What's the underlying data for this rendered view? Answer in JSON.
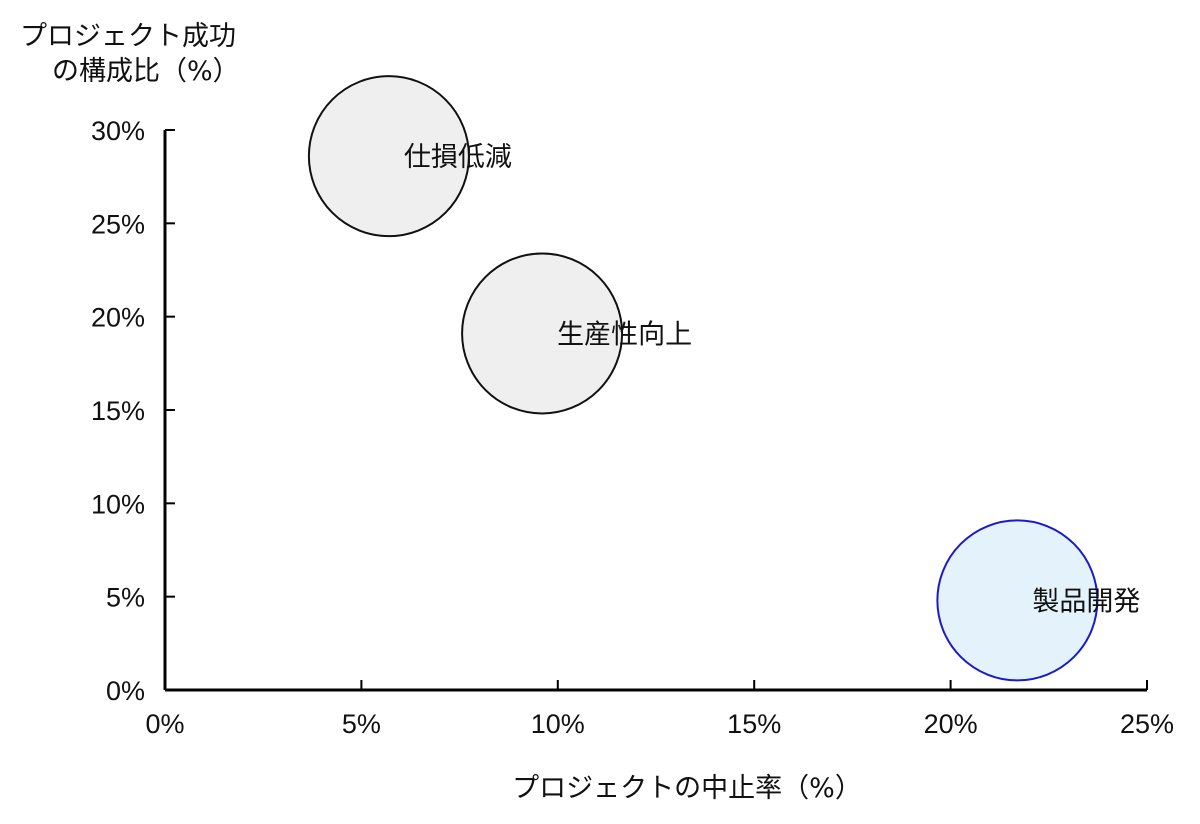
{
  "chart_data": {
    "type": "scatter",
    "title": "",
    "xlabel": "プロジェクトの中止率（%）",
    "ylabel_lines": [
      "プロジェクト成功",
      "の構成比（%）"
    ],
    "xlim": [
      0,
      25
    ],
    "ylim": [
      0,
      30
    ],
    "x_ticks": [
      "0%",
      "5%",
      "10%",
      "15%",
      "20%",
      "25%"
    ],
    "y_ticks": [
      "0%",
      "5%",
      "10%",
      "15%",
      "20%",
      "25%",
      "30%"
    ],
    "grid": false,
    "points": [
      {
        "label": "仕損低減",
        "x": 5.7,
        "y": 28.6,
        "fill": "#efefef",
        "stroke": "#111111"
      },
      {
        "label": "生産性向上",
        "x": 9.6,
        "y": 19.1,
        "fill": "#efefef",
        "stroke": "#111111"
      },
      {
        "label": "製品開発",
        "x": 21.7,
        "y": 4.8,
        "fill": "#e4f3fb",
        "stroke": "#1a1acc"
      }
    ]
  }
}
